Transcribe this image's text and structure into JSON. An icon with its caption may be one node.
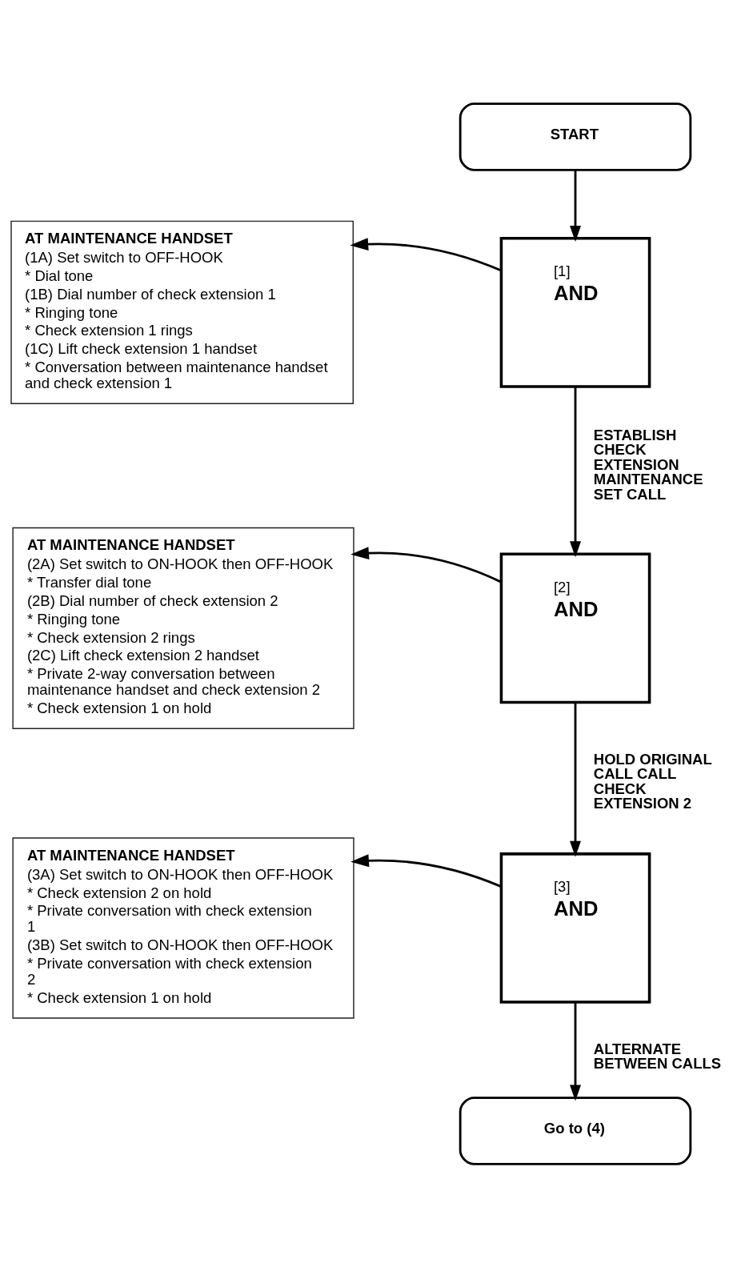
{
  "diagram": {
    "nodes": [
      {
        "text": [
          "START"
        ]
      },
      {
        "text": [
          "[1]",
          "AND"
        ]
      },
      {
        "text": [
          "AT MAINTENANCE HANDSET",
          "(1A) Set switch to OFF-HOOK",
          "* Dial tone",
          "(1B) Dial number of check extension 1",
          "* Ringing tone",
          "* Check extension 1 rings",
          "(1C) Lift check extension 1 handset",
          "* Conversation between maintenance handset and check extension 1"
        ]
      },
      {
        "text": [
          "[2]",
          "AND"
        ]
      },
      {
        "text": [
          "AT MAINTENANCE HANDSET",
          "(2A) Set switch to ON-HOOK then OFF-HOOK",
          "* Transfer dial tone",
          "(2B) Dial number of check extension 2",
          "* Ringing tone",
          "* Check extension 2 rings",
          "(2C) Lift check extension 2 handset",
          "* Private 2-way conversation between maintenance handset and check extension 2",
          "* Check extension 1 on hold"
        ]
      },
      {
        "text": [
          "[3]",
          "AND"
        ]
      },
      {
        "text": [
          "AT MAINTENANCE HANDSET",
          "(3A) Set switch to ON-HOOK then OFF-HOOK",
          "* Check extension 2 on hold",
          "* Private conversation with check extension 1",
          "(3B) Set switch to ON-HOOK then OFF-HOOK",
          "* Private conversation with check extension 2",
          "* Check extension 1 on hold"
        ]
      },
      {
        "text": [
          "Go to (4)"
        ]
      }
    ],
    "edges": [
      {
        "from": 0,
        "to": 1,
        "arrow": "to"
      },
      {
        "from": 1,
        "to": 2,
        "arrow": "to"
      },
      {
        "from": 1,
        "to": 3,
        "arrow": "to",
        "label": "ESTABLISH CHECK EXTENSION MAINTENANCE SET CALL"
      },
      {
        "from": 3,
        "to": 4,
        "arrow": "to"
      },
      {
        "from": 3,
        "to": 5,
        "arrow": "to",
        "label": "HOLD ORIGINAL CALL CALL CHECK EXTENSION 2"
      },
      {
        "from": 5,
        "to": 6,
        "arrow": "to"
      },
      {
        "from": 5,
        "to": 7,
        "arrow": "to",
        "label": "ALTERNATE BETWEEN CALLS"
      }
    ]
  }
}
